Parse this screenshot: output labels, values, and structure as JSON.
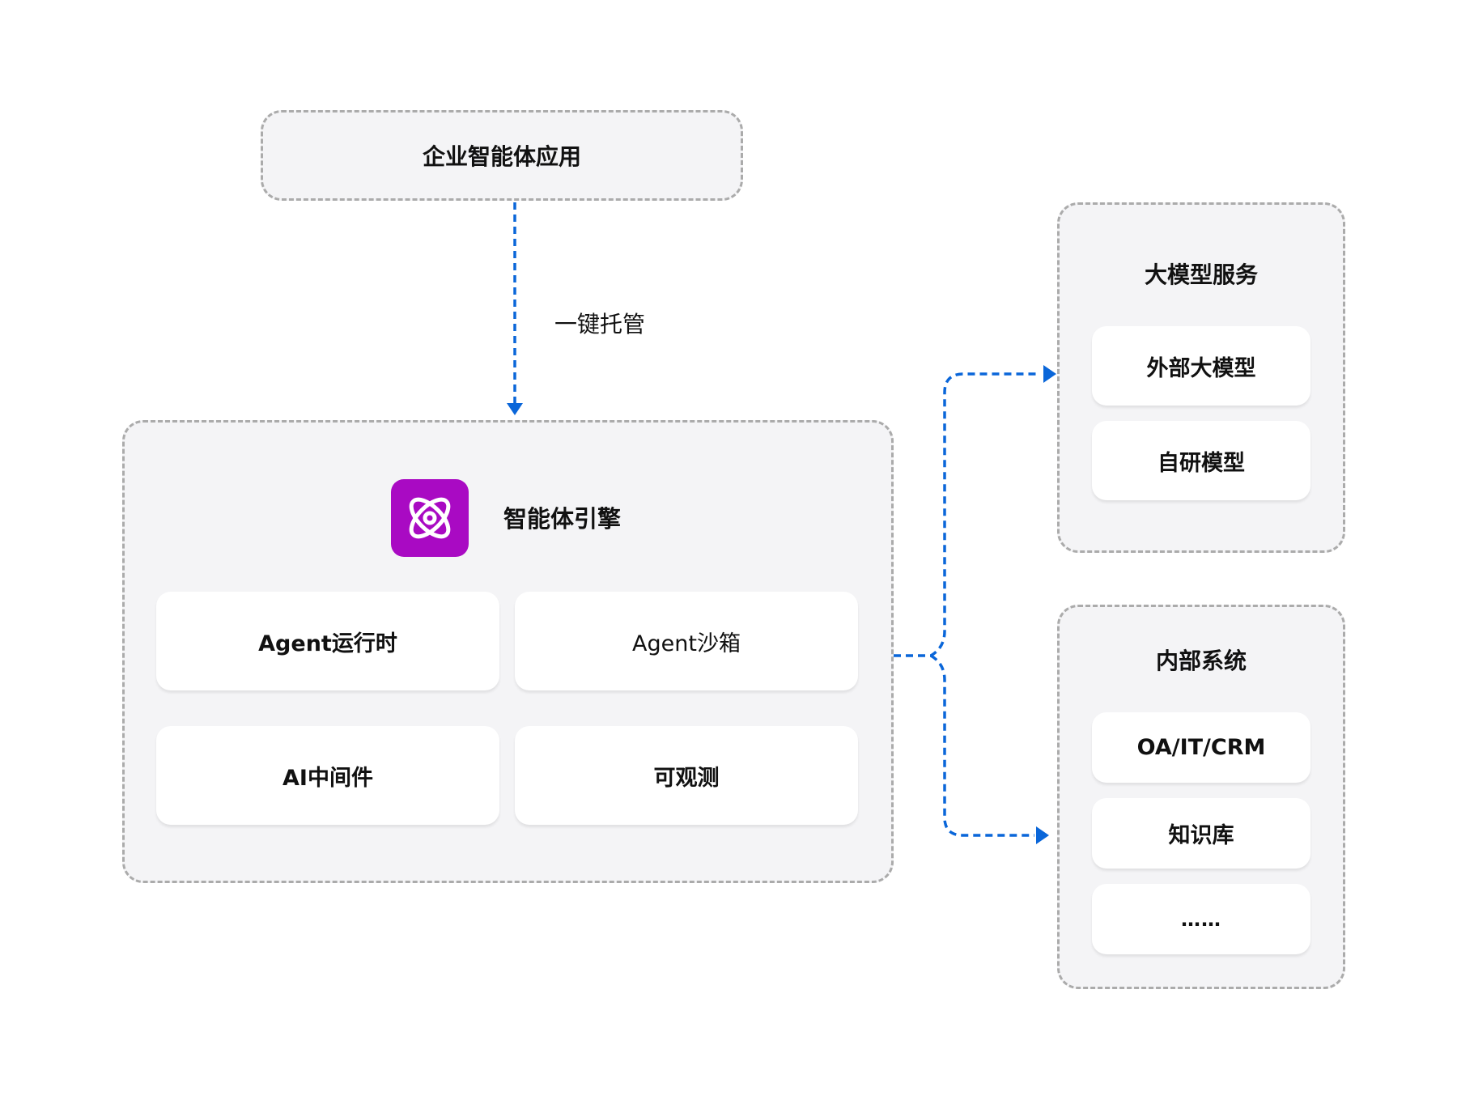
{
  "colors": {
    "connector": "#0a66d9",
    "panel_bg": "#f4f4f6",
    "panel_border": "#ababab",
    "logo_bg": "#a90ac3",
    "card_bg": "#ffffff"
  },
  "app_box": {
    "label": "企业智能体应用"
  },
  "handoff": {
    "label": "一键托管"
  },
  "engine": {
    "title": "智能体引擎",
    "icon": "atom-icon",
    "cards": [
      {
        "label": "Agent运行时"
      },
      {
        "label": "Agent沙箱"
      },
      {
        "label": "AI中间件"
      },
      {
        "label": "可观测"
      }
    ]
  },
  "models": {
    "title": "大模型服务",
    "cards": [
      {
        "label": "外部大模型"
      },
      {
        "label": "自研模型"
      }
    ]
  },
  "internal": {
    "title": "内部系统",
    "cards": [
      {
        "label": "OA/IT/CRM"
      },
      {
        "label": "知识库"
      },
      {
        "label": "……"
      }
    ]
  }
}
